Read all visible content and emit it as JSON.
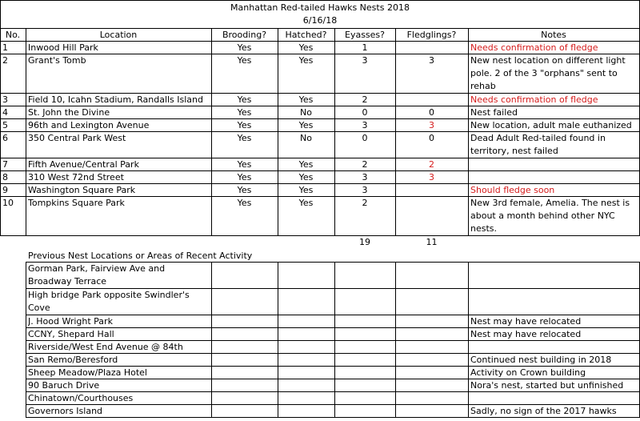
{
  "title": "Manhattan Red-tailed Hawks Nests 2018",
  "date": "6/16/18",
  "colors": {
    "alert": "#d51c1c",
    "grid": "#000000"
  },
  "headers": {
    "no": "No.",
    "location": "Location",
    "brooding": "Brooding?",
    "hatched": "Hatched?",
    "eyasses": "Eyasses?",
    "fledglings": "Fledglings?",
    "notes": "Notes"
  },
  "nests": [
    {
      "no": "1",
      "location": "Inwood Hill Park",
      "brooding": "Yes",
      "hatched": "Yes",
      "eyasses": "1",
      "fledglings": "",
      "notes": "Needs confirmation of fledge"
    },
    {
      "no": "2",
      "location": "Grant's Tomb",
      "brooding": "Yes",
      "hatched": "Yes",
      "eyasses": "3",
      "fledglings": "3",
      "notes": "New nest location on different light pole. 2 of the 3 \"orphans\" sent to rehab"
    },
    {
      "no": "3",
      "location": "Field 10, Icahn Stadium, Randalls Island",
      "brooding": "Yes",
      "hatched": "Yes",
      "eyasses": "2",
      "fledglings": "",
      "notes": "Needs confirmation of fledge"
    },
    {
      "no": "4",
      "location": "St. John the Divine",
      "brooding": "Yes",
      "hatched": "No",
      "eyasses": "0",
      "fledglings": "0",
      "notes": "Nest failed"
    },
    {
      "no": "5",
      "location": "96th and Lexington Avenue",
      "brooding": "Yes",
      "hatched": "Yes",
      "eyasses": "3",
      "fledglings": "3",
      "notes": "New location, adult male euthanized"
    },
    {
      "no": "6",
      "location": "350 Central Park West",
      "brooding": "Yes",
      "hatched": "No",
      "eyasses": "0",
      "fledglings": "0",
      "notes": "Dead Adult Red-tailed found in territory, nest failed"
    },
    {
      "no": "7",
      "location": "Fifth Avenue/Central Park",
      "brooding": "Yes",
      "hatched": "Yes",
      "eyasses": "2",
      "fledglings": "2",
      "notes": ""
    },
    {
      "no": "8",
      "location": "310 West 72nd Street",
      "brooding": "Yes",
      "hatched": "Yes",
      "eyasses": "3",
      "fledglings": "3",
      "notes": ""
    },
    {
      "no": "9",
      "location": "Washington Square Park",
      "brooding": "Yes",
      "hatched": "Yes",
      "eyasses": "3",
      "fledglings": "",
      "notes": "Should fledge soon"
    },
    {
      "no": "10",
      "location": "Tompkins Square Park",
      "brooding": "Yes",
      "hatched": "Yes",
      "eyasses": "2",
      "fledglings": "",
      "notes": "New 3rd female, Amelia. The nest is about a month behind other NYC nests."
    }
  ],
  "totals": {
    "eyasses": "19",
    "fledglings": "11"
  },
  "previous_heading": "Previous Nest Locations or Areas of Recent Activity",
  "previous": [
    {
      "location": "Gorman Park, Fairview Ave and Broadway Terrace",
      "notes": ""
    },
    {
      "location": "High bridge Park opposite Swindler's Cove",
      "notes": ""
    },
    {
      "location": "J. Hood Wright Park",
      "notes": "Nest may have relocated"
    },
    {
      "location": "CCNY, Shepard Hall",
      "notes": "Nest may have relocated"
    },
    {
      "location": "Riverside/West End Avenue @ 84th",
      "notes": ""
    },
    {
      "location": "San Remo/Beresford",
      "notes": "Continued nest building in 2018"
    },
    {
      "location": "Sheep Meadow/Plaza Hotel",
      "notes": "Activity on Crown building"
    },
    {
      "location": "90 Baruch Drive",
      "notes": "Nora's nest, started but unfinished"
    },
    {
      "location": "Chinatown/Courthouses",
      "notes": ""
    },
    {
      "location": "Governors Island",
      "notes": "Sadly, no sign of the 2017 hawks"
    }
  ]
}
